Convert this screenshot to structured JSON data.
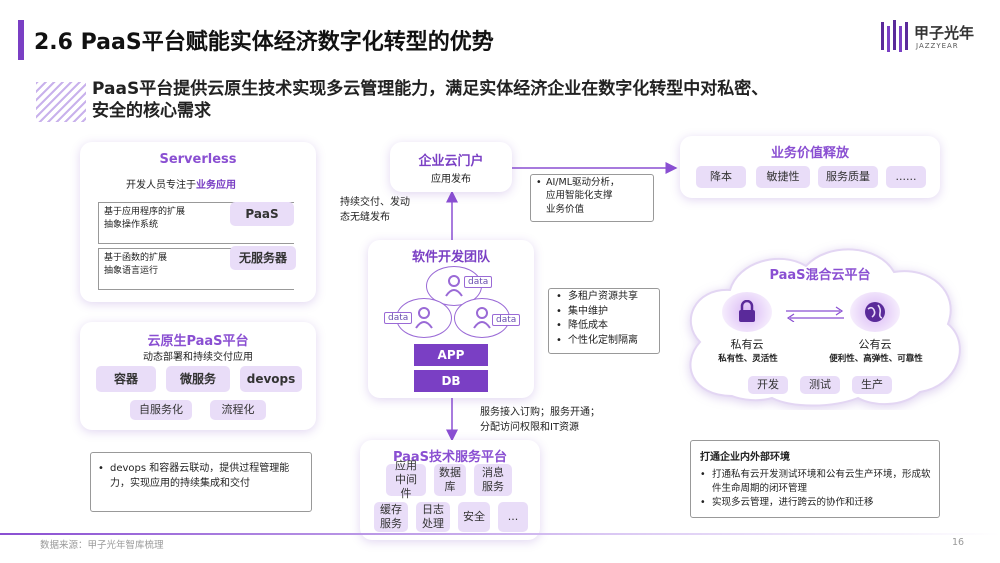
{
  "header": {
    "title": "2.6 PaaS平台赋能实体经济数字化转型的优势",
    "logo_cn": "甲子光年",
    "logo_en": "JAZZYEAR"
  },
  "subtitle": {
    "line1": "PaaS平台提供云原生技术实现多云管理能力，满足实体经济企业在数字化转型中对私密、",
    "line2": "安全的核心需求"
  },
  "serverless": {
    "title": "Serverless",
    "desc_prefix": "开发人员专注于",
    "desc_bold": "业务应用",
    "paas": "PaaS",
    "serverless_cn": "无服务器",
    "bullets1": [
      "基于应用程序的扩展",
      "抽象操作系统"
    ],
    "bullets2": [
      "基于函数的扩展",
      "抽象语言运行"
    ]
  },
  "cloudnative": {
    "title": "云原生PaaS平台",
    "sub": "动态部署和持续交付应用",
    "items": [
      "容器",
      "微服务",
      "devops"
    ],
    "items2": [
      "自服务化",
      "流程化"
    ]
  },
  "left_note": "devops 和容器云联动，提供过程管理能力，实现应用的持续集成和交付",
  "portal": {
    "title": "企业云门户",
    "sub": "应用发布"
  },
  "flow_label": {
    "line1": "持续交付、发动",
    "line2": "态无缝发布"
  },
  "ai_note": [
    "AI/ML驱动分析，",
    "应用智能化支撑",
    "业务价值"
  ],
  "value": {
    "title": "业务价值释放",
    "items": [
      "降本",
      "敏捷性",
      "服务质量",
      "......"
    ]
  },
  "devteam": {
    "title": "软件开发团队",
    "data_label": "data",
    "app": "APP",
    "db": "DB"
  },
  "tenant_note": [
    "多租户资源共享",
    "集中维护",
    "降低成本",
    "个性化定制隔离"
  ],
  "service_flow": {
    "line1": "服务接入订购；服务开通；",
    "line2": "分配访问权限和IT资源"
  },
  "tech": {
    "title": "PaaS技术服务平台",
    "row1": [
      "应用中间件",
      "数据库",
      "消息服务"
    ],
    "row2": [
      "缓存服务",
      "日志处理",
      "安全",
      "..."
    ]
  },
  "hybrid": {
    "title": "PaaS混合云平台",
    "private": "私有云",
    "private_sub": "私有性、灵活性",
    "public": "公有云",
    "public_sub": "便利性、高弹性、可靠性",
    "stages": [
      "开发",
      "测试",
      "生产"
    ]
  },
  "env": {
    "title": "打通企业内外部环境",
    "items": [
      "打通私有云开发测试环境和公有云生产环境，形成软件生命周期的闭环管理",
      "实现多云管理，进行跨云的协作和迁移"
    ]
  },
  "footer": {
    "source": "数据来源：甲子光年智库梳理",
    "page": "16"
  },
  "colors": {
    "accent": "#8a4fd2",
    "pill": "#e9ddf8",
    "dark_purple": "#7a3fc4"
  }
}
